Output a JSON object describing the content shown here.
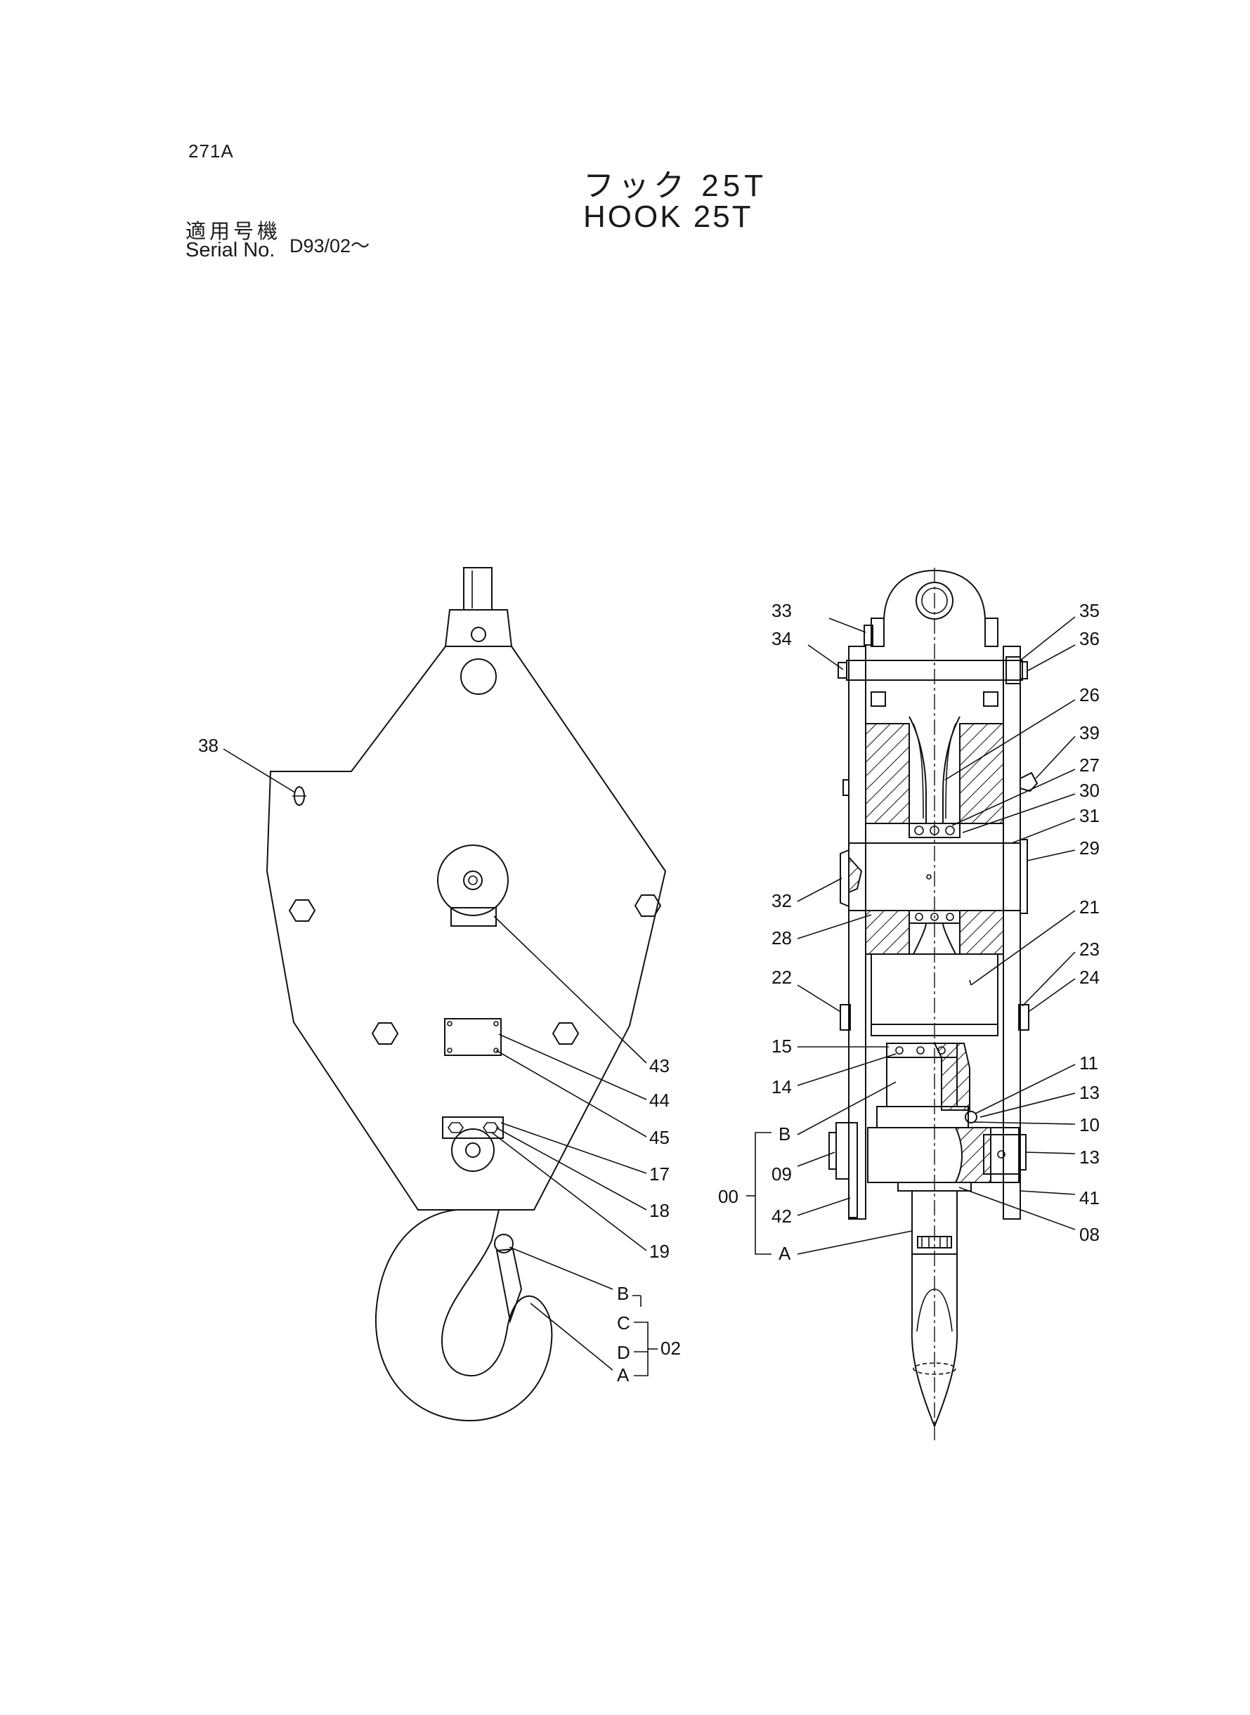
{
  "page_code": "271A",
  "title_jp": "フック 25T",
  "title_en": "HOOK 25T",
  "serial_label_jp": "適用号機",
  "serial_label_en": "Serial No.",
  "serial_value": "D93/02～",
  "front_view": {
    "callouts": [
      "38",
      "43",
      "44",
      "45",
      "17",
      "18",
      "19"
    ],
    "latch_letters": [
      "B",
      "C",
      "D",
      "A"
    ],
    "latch_group": "02"
  },
  "section_view": {
    "callouts_left": [
      "33",
      "34",
      "32",
      "28",
      "22",
      "15",
      "14",
      "09",
      "42"
    ],
    "callouts_right": [
      "35",
      "36",
      "26",
      "39",
      "27",
      "30",
      "31",
      "29",
      "21",
      "23",
      "24",
      "11",
      "13",
      "10",
      "13",
      "41",
      "08"
    ],
    "assembly_group": "00",
    "assembly_letters": [
      "B",
      "A"
    ]
  }
}
